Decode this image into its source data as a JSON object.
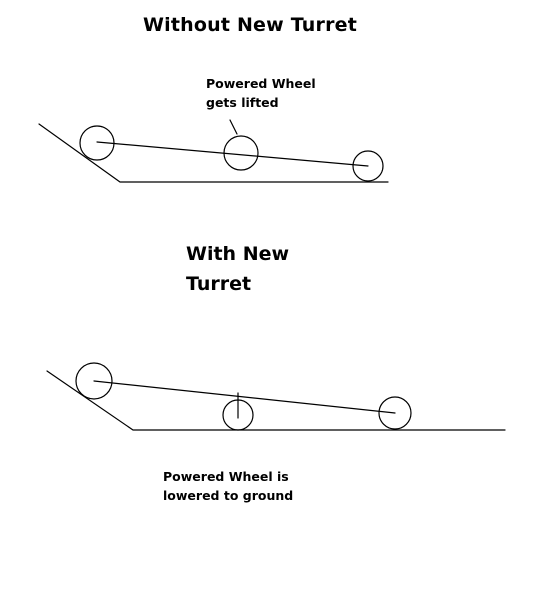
{
  "scenario_without": {
    "title": "Without New Turret",
    "annotation_line1": "Powered Wheel",
    "annotation_line2": "gets lifted"
  },
  "scenario_with": {
    "title_line1": "With New",
    "title_line2": "Turret",
    "annotation_line1": "Powered Wheel is",
    "annotation_line2": "lowered to ground"
  },
  "colors": {
    "ink": "#000000",
    "background": "#ffffff"
  }
}
